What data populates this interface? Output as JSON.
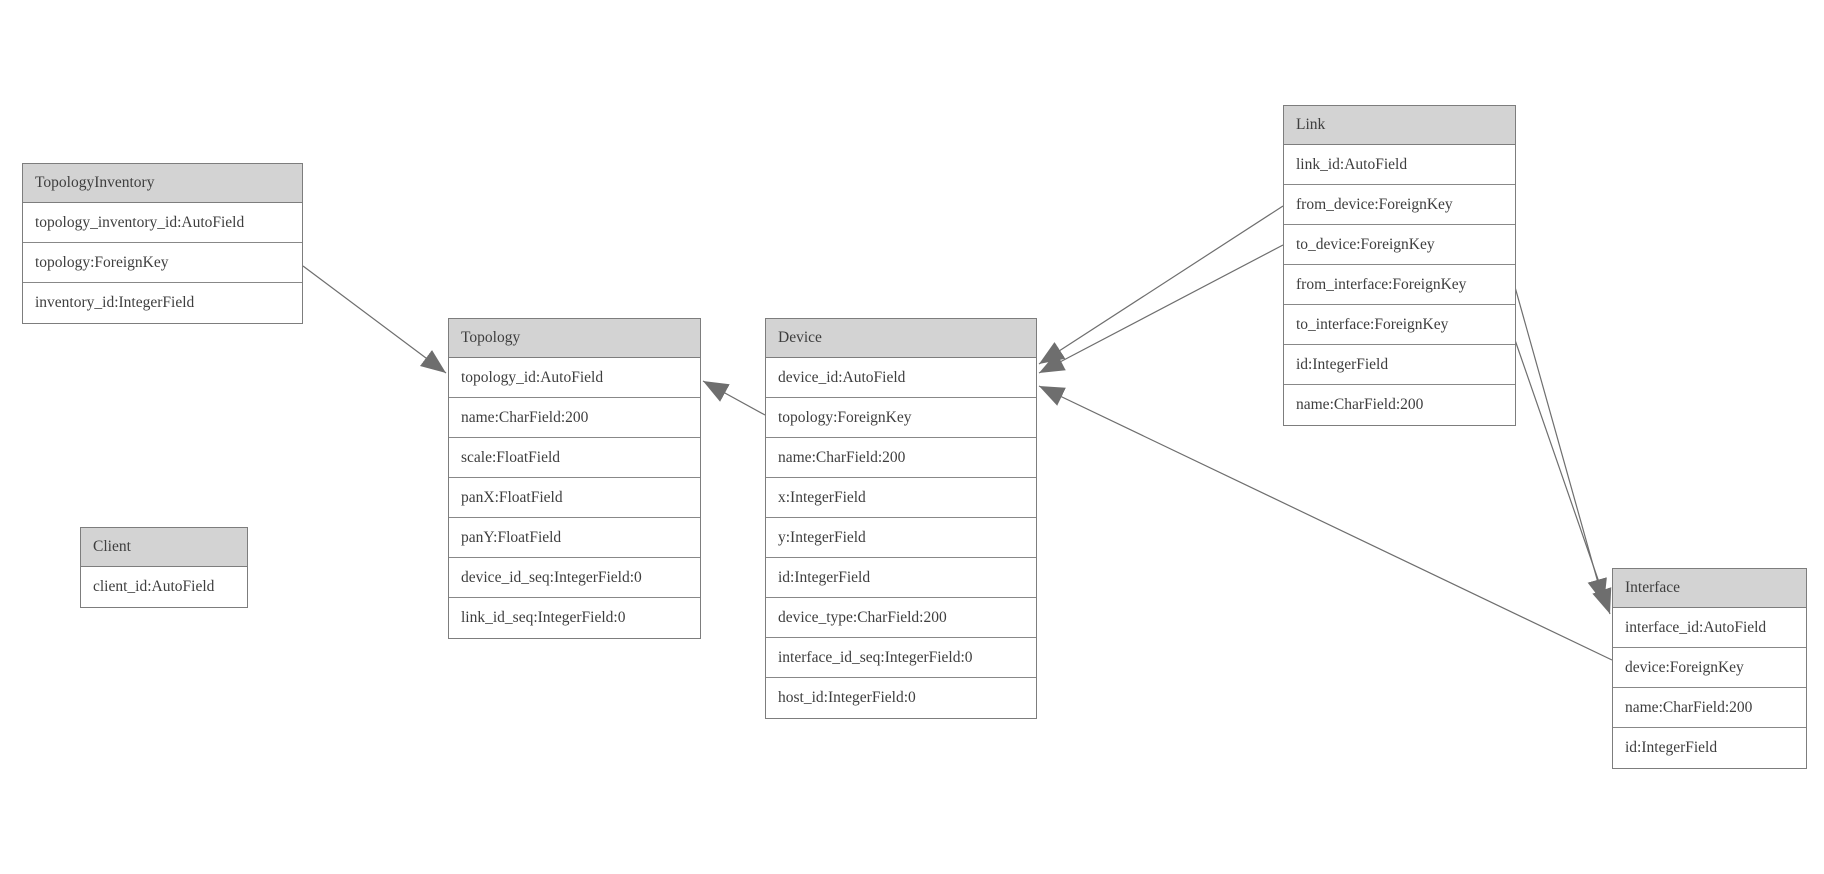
{
  "diagram": {
    "kind": "entity-relationship model diagram",
    "background_color": "#ffffff",
    "header_fill_color": "#d3d3d3",
    "border_color": "#7d7d7d",
    "edge_color": "#6e6e6e",
    "text_color": "#3e3e3e"
  },
  "entities": {
    "topology_inventory": {
      "title": "TopologyInventory",
      "rows": [
        "topology_inventory_id:AutoField",
        "topology:ForeignKey",
        "inventory_id:IntegerField"
      ]
    },
    "topology": {
      "title": "Topology",
      "rows": [
        "topology_id:AutoField",
        "name:CharField:200",
        "scale:FloatField",
        "panX:FloatField",
        "panY:FloatField",
        "device_id_seq:IntegerField:0",
        "link_id_seq:IntegerField:0"
      ]
    },
    "client": {
      "title": "Client",
      "rows": [
        "client_id:AutoField"
      ]
    },
    "device": {
      "title": "Device",
      "rows": [
        "device_id:AutoField",
        "topology:ForeignKey",
        "name:CharField:200",
        "x:IntegerField",
        "y:IntegerField",
        "id:IntegerField",
        "device_type:CharField:200",
        "interface_id_seq:IntegerField:0",
        "host_id:IntegerField:0"
      ]
    },
    "link": {
      "title": "Link",
      "rows": [
        "link_id:AutoField",
        "from_device:ForeignKey",
        "to_device:ForeignKey",
        "from_interface:ForeignKey",
        "to_interface:ForeignKey",
        "id:IntegerField",
        "name:CharField:200"
      ]
    },
    "interface": {
      "title": "Interface",
      "rows": [
        "interface_id:AutoField",
        "device:ForeignKey",
        "name:CharField:200",
        "id:IntegerField"
      ]
    }
  },
  "relationships": [
    {
      "from": "TopologyInventory.topology",
      "to": "Topology"
    },
    {
      "from": "Device.topology",
      "to": "Topology"
    },
    {
      "from": "Link.from_device",
      "to": "Device"
    },
    {
      "from": "Link.to_device",
      "to": "Device"
    },
    {
      "from": "Link.from_interface",
      "to": "Interface"
    },
    {
      "from": "Link.to_interface",
      "to": "Interface"
    },
    {
      "from": "Interface.device",
      "to": "Device"
    }
  ]
}
